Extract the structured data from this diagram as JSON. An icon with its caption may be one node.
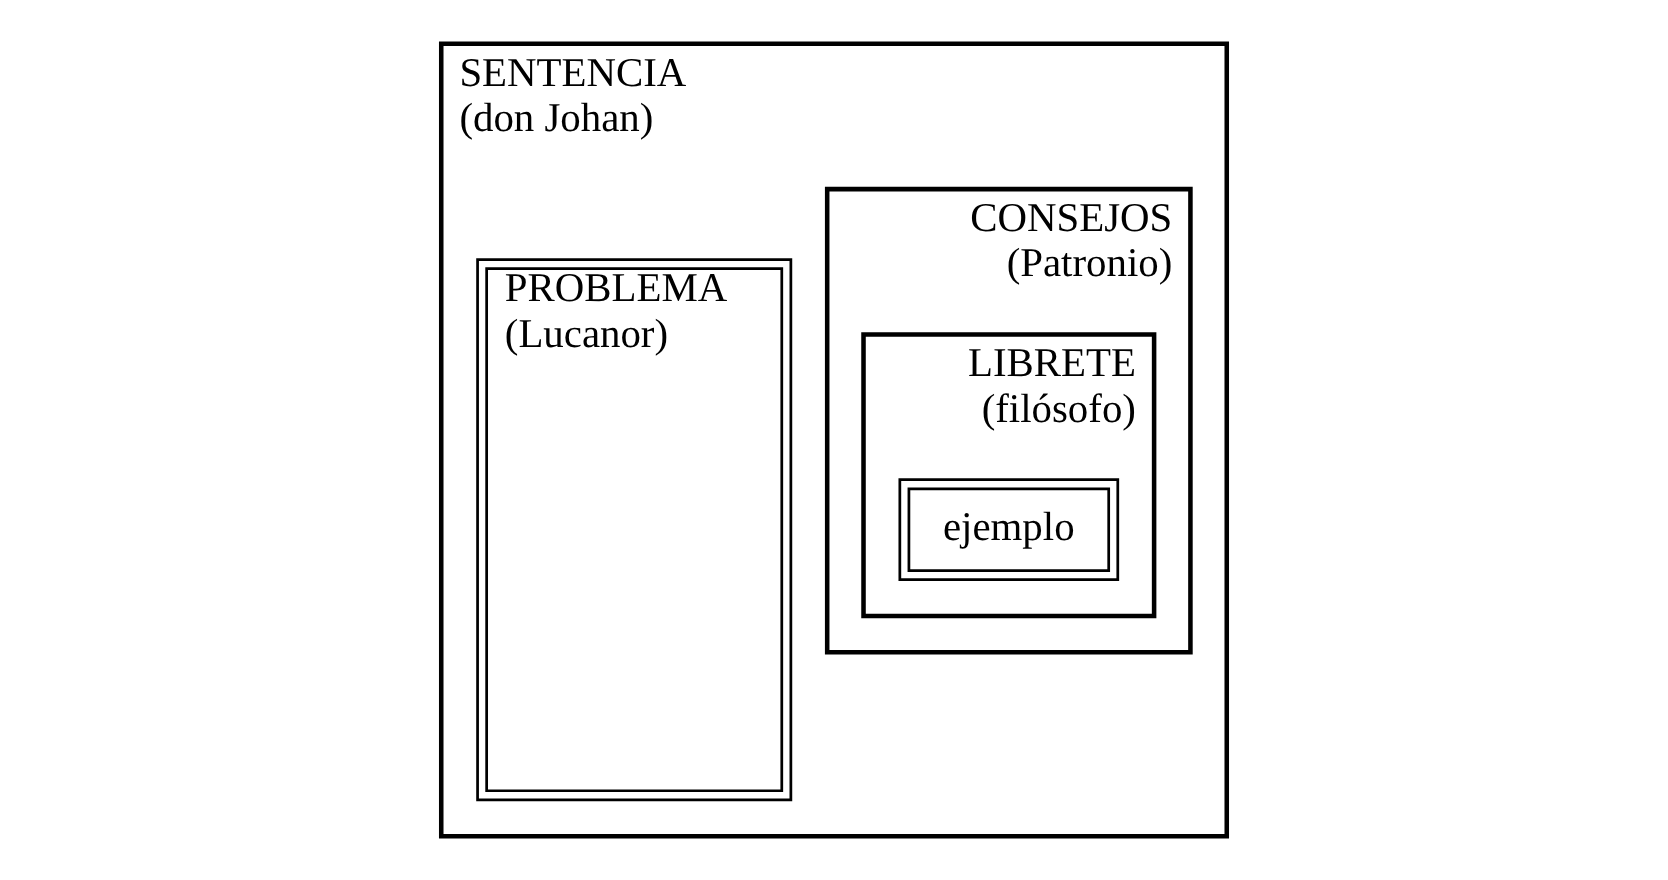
{
  "diagram": {
    "nodes": [
      {
        "text": [
          "SENTENCIA",
          "(don Johan)"
        ]
      },
      {
        "text": [
          "PROBLEMA",
          "(Lucanor)"
        ],
        "in": 0
      },
      {
        "text": [
          "CONSEJOS",
          "(Patronio)"
        ],
        "in": 0
      },
      {
        "text": [
          "LIBRETE",
          "(filósofo)"
        ],
        "in": 2
      },
      {
        "text": [
          "ejemplo"
        ],
        "in": 3
      }
    ]
  }
}
